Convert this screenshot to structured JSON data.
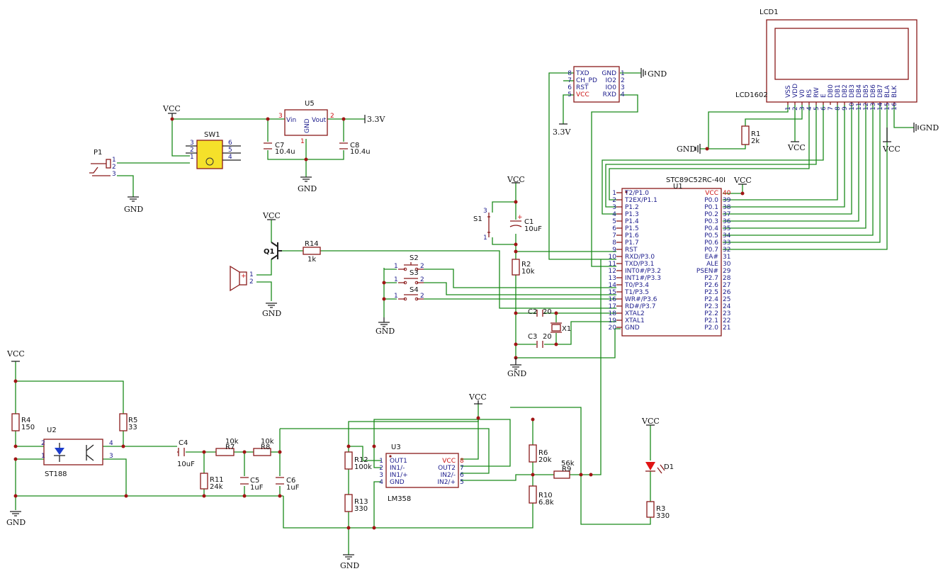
{
  "net": {
    "vcc": "VCC",
    "gnd": "GND",
    "v33": "3.3V"
  },
  "components": {
    "lcd": {
      "ref": "LCD1",
      "value": "LCD1602",
      "pins": [
        "VSS",
        "VDD",
        "V0",
        "RS",
        "RW",
        "E",
        "DB0",
        "DB1",
        "DB2",
        "DB3",
        "DB4",
        "DB5",
        "DB6",
        "DB7",
        "BLA",
        "BLK"
      ]
    },
    "u1": {
      "ref": "U1",
      "value": "STC89C52RC-40I",
      "left_pins": [
        "T2/P1.0",
        "T2EX/P1.1",
        "P1.2",
        "P1.3",
        "P1.4",
        "P1.5",
        "P1.6",
        "P1.7",
        "RST",
        "RXD/P3.0",
        "TXD/P3.1",
        "INT0#/P3.2",
        "INT1#/P3.3",
        "T0/P3.4",
        "T1/P3.5",
        "WR#/P3.6",
        "RD#/P3.7",
        "XTAL2",
        "XTAL1",
        "GND"
      ],
      "right_pins": [
        "VCC",
        "P0.0",
        "P0.1",
        "P0.2",
        "P0.3",
        "P0.4",
        "P0.5",
        "P0.6",
        "P0.7",
        "EA#",
        "ALE",
        "PSEN#",
        "P2.7",
        "P2.6",
        "P2.5",
        "P2.4",
        "P2.3",
        "P2.2",
        "P2.1",
        "P2.0"
      ]
    },
    "esp": {
      "left_pins": [
        "TXD",
        "CH_PD",
        "RST",
        "VCC"
      ],
      "right_pins": [
        "GND",
        "IO2",
        "IO0",
        "RXD"
      ],
      "left_nums": [
        "8",
        "7",
        "6",
        "5"
      ],
      "right_nums": [
        "1",
        "2",
        "3",
        "4"
      ]
    },
    "u5": {
      "ref": "U5",
      "vin": "Vin",
      "vout": "Vout",
      "gnd": "GND",
      "p3": "3",
      "p2": "2",
      "p1": "1"
    },
    "u3": {
      "ref": "U3",
      "value": "LM358",
      "left_pins": [
        "OUT1",
        "IN1/-",
        "IN1/+",
        "GND"
      ],
      "right_pins": [
        "VCC",
        "OUT2",
        "IN2/-",
        "IN2/+"
      ],
      "left_nums": [
        "1",
        "2",
        "3",
        "4"
      ],
      "right_nums": [
        "8",
        "7",
        "6",
        "5"
      ]
    },
    "u2": {
      "ref": "U2",
      "value": "ST188"
    },
    "sw1": {
      "ref": "SW1"
    },
    "p1": {
      "ref": "P1"
    },
    "q1": {
      "ref": "Q1"
    },
    "x1": {
      "ref": "X1"
    },
    "d1": {
      "ref": "D1"
    },
    "s1": {
      "ref": "S1"
    },
    "s2": {
      "ref": "S2"
    },
    "s3": {
      "ref": "S3"
    },
    "s4": {
      "ref": "S4"
    },
    "r1": {
      "ref": "R1",
      "value": "2k"
    },
    "r2": {
      "ref": "R2",
      "value": "10k"
    },
    "r3": {
      "ref": "R3",
      "value": "330"
    },
    "r4": {
      "ref": "R4",
      "value": "150"
    },
    "r5": {
      "ref": "R5",
      "value": "33"
    },
    "r6": {
      "ref": "R6",
      "value": "20k"
    },
    "r7": {
      "ref": "R7",
      "value": "10k"
    },
    "r8": {
      "ref": "R8",
      "value": "10k"
    },
    "r9": {
      "ref": "R9",
      "value": "56k"
    },
    "r10": {
      "ref": "R10",
      "value": "6.8k"
    },
    "r11": {
      "ref": "R11",
      "value": "24k"
    },
    "r12": {
      "ref": "R12",
      "value": "100k"
    },
    "r13": {
      "ref": "R13",
      "value": "330"
    },
    "r14": {
      "ref": "R14",
      "value": "1k"
    },
    "c1": {
      "ref": "C1",
      "value": "10uF"
    },
    "c2": {
      "ref": "C2",
      "value": "20"
    },
    "c3": {
      "ref": "C3",
      "value": "20"
    },
    "c4": {
      "ref": "C4",
      "value": "10uF"
    },
    "c5": {
      "ref": "C5",
      "value": "1uF"
    },
    "c6": {
      "ref": "C6",
      "value": "1uF"
    },
    "c7": {
      "ref": "C7",
      "value": "10.4u"
    },
    "c8": {
      "ref": "C8",
      "value": "10.4u"
    }
  }
}
